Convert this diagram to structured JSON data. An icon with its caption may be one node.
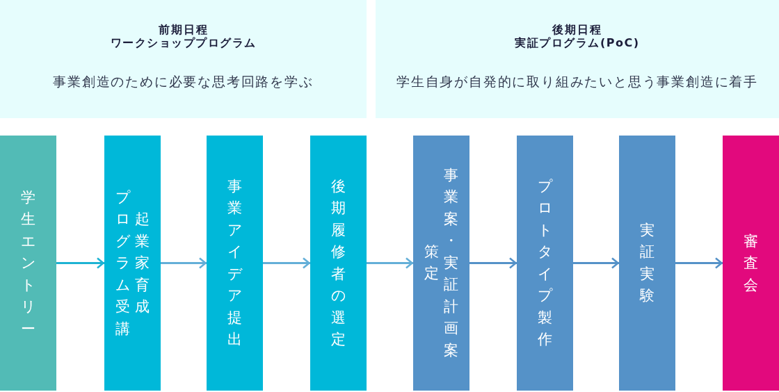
{
  "diagram": {
    "nodes": [
      {
        "text": [
          "前期日程",
          "ワークショッププログラム",
          "事業創造のために必要な思考回路を学ぶ"
        ]
      },
      {
        "text": [
          "後期日程",
          "実証プログラム(PoC)",
          "学生自身が自発的に取り組みたいと思う事業創造に着手"
        ]
      },
      {
        "text": [
          "学生エントリー"
        ]
      },
      {
        "text": [
          "起業家育成プログラム受講"
        ]
      },
      {
        "text": [
          "事業アイデア提出"
        ]
      },
      {
        "text": [
          "後期履修者の選定"
        ]
      },
      {
        "text": [
          "事業案・実証計画案策定"
        ]
      },
      {
        "text": [
          "プロトタイプ製作"
        ]
      },
      {
        "text": [
          "実証実験"
        ]
      },
      {
        "text": [
          "審査会"
        ]
      }
    ],
    "edges": [
      {
        "from": 2,
        "to": 3,
        "arrow": "to",
        "color": "#1eb3d3"
      },
      {
        "from": 3,
        "to": 4,
        "arrow": "to",
        "color": "#64afd8"
      },
      {
        "from": 4,
        "to": 5,
        "arrow": "to",
        "color": "#64afd8"
      },
      {
        "from": 5,
        "to": 6,
        "arrow": "to",
        "color": "#64afd8"
      },
      {
        "from": 6,
        "to": 7,
        "arrow": "to"
      },
      {
        "from": 7,
        "to": 8,
        "arrow": "to"
      },
      {
        "from": 8,
        "to": 9,
        "arrow": "to"
      }
    ]
  }
}
